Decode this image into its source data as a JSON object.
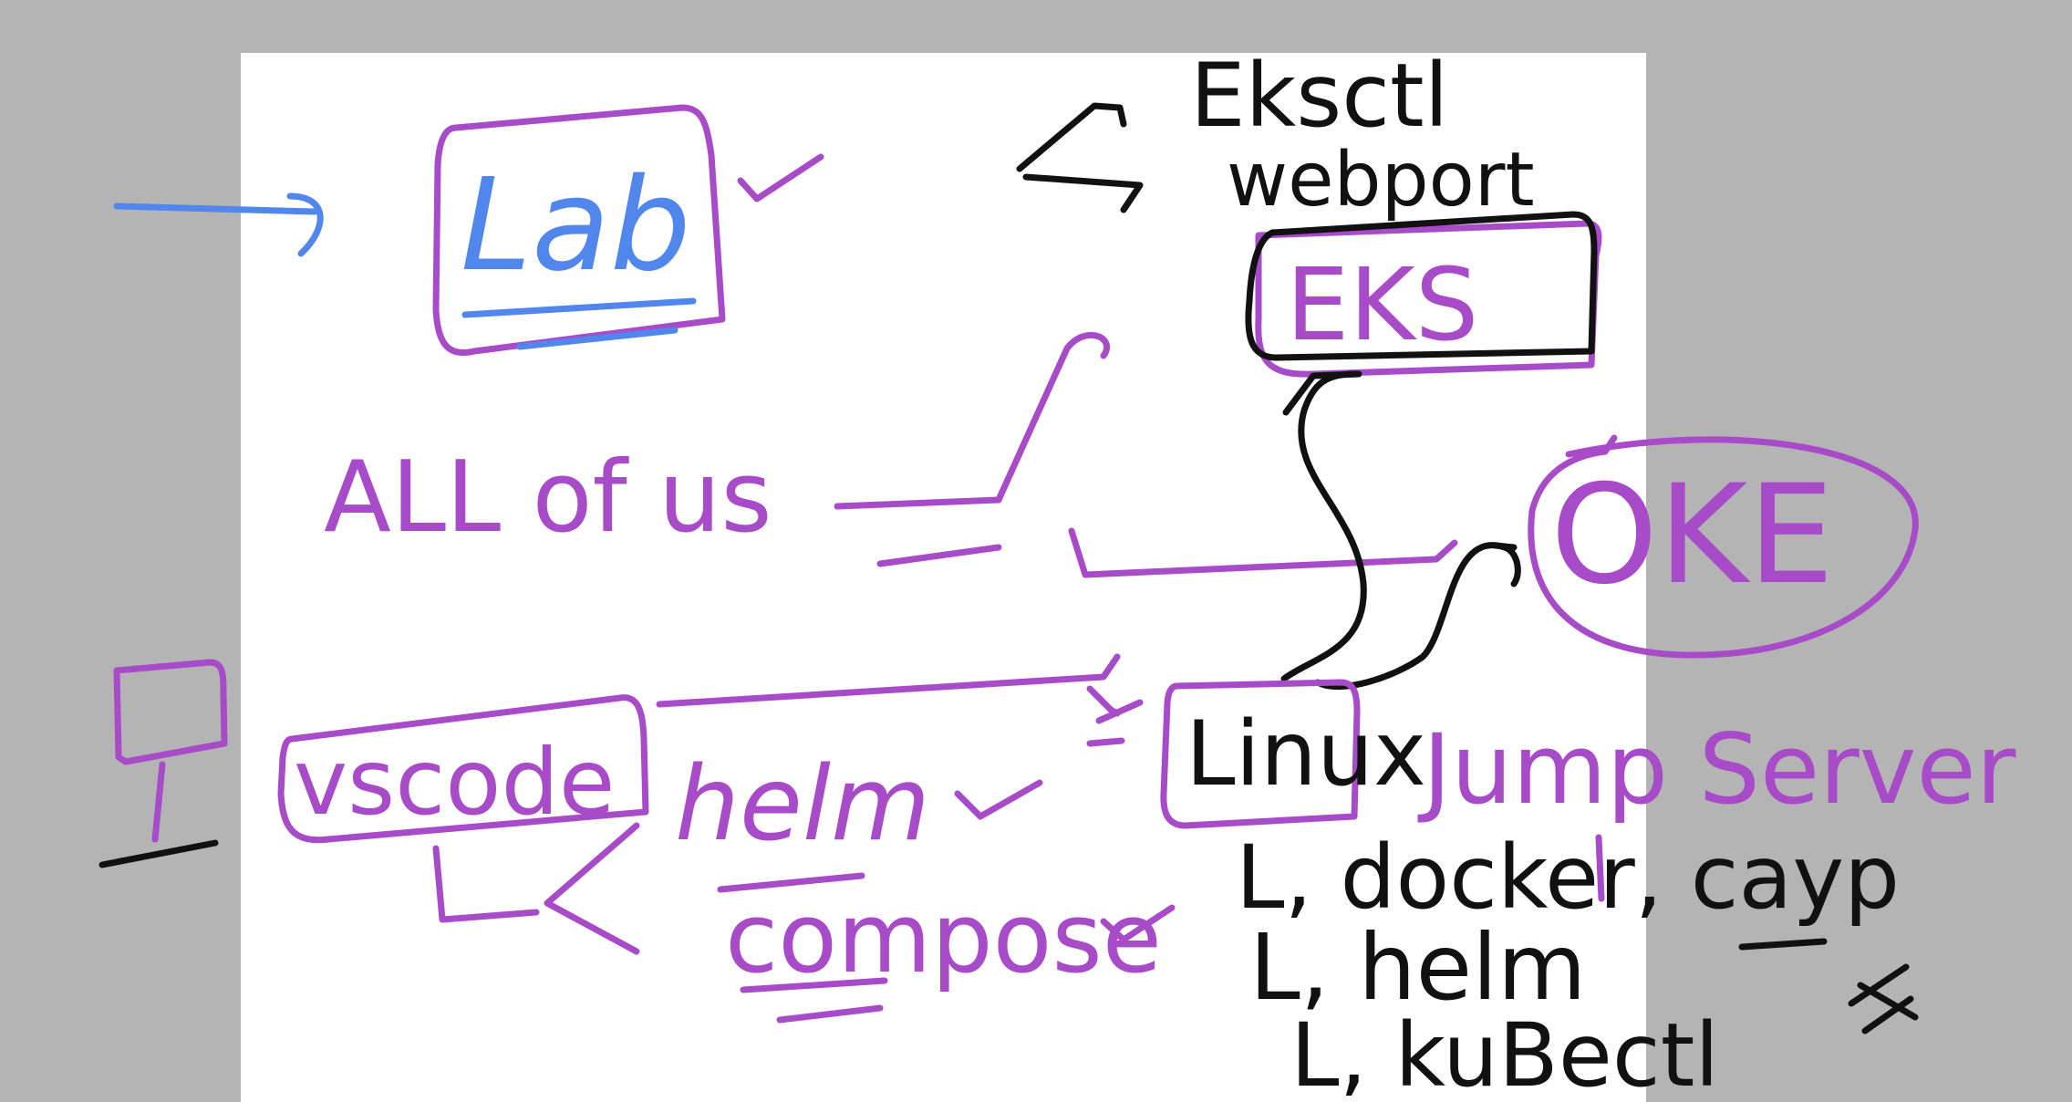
{
  "colors": {
    "background": "#b4b4b4",
    "board": "#ffffff",
    "purple": "#a84bc8",
    "blue": "#5186ec",
    "black": "#111111"
  },
  "labels": {
    "eksctl": "Eksctl",
    "webport": "webport",
    "eks": "EKS",
    "lab": "Lab",
    "all_of_us": "ALL of us",
    "oke": "OKE",
    "vscode": "vscode",
    "helm": "helm",
    "compose": "compose",
    "linux": "Linux",
    "jump_server": "Jump Server",
    "docker_caype": "L, docker, cayp",
    "helm_item": "L, helm",
    "kubectl_item": "L, kuBectl"
  }
}
